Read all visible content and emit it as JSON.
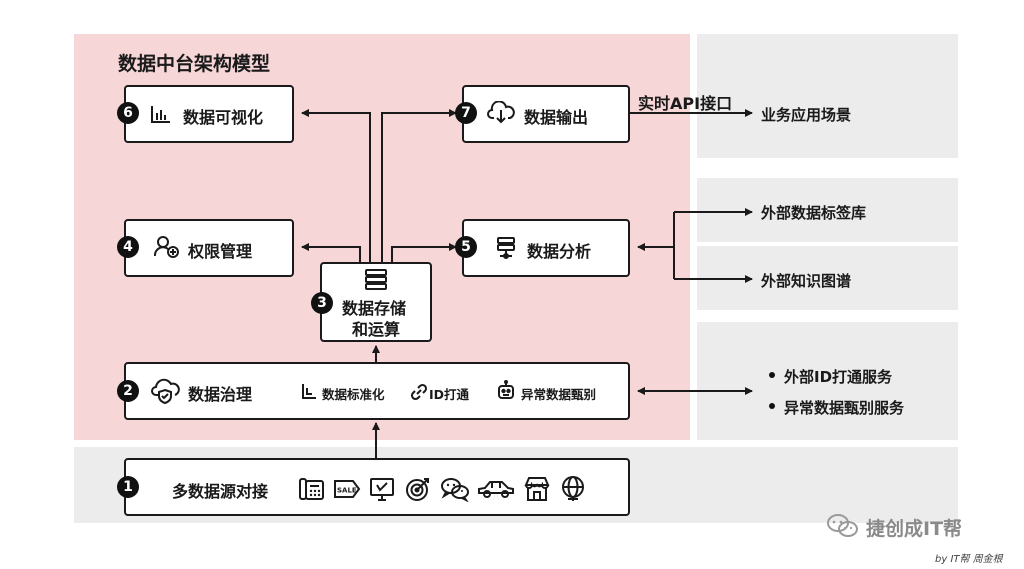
{
  "title": "数据中台架构模型",
  "colors": {
    "pink_panel": "#f7d6d8",
    "gray_panel": "#ececec",
    "stroke": "#1a1a1a",
    "badge": "#111111"
  },
  "boxes": {
    "visualization": {
      "badge": "6",
      "label": "数据可视化",
      "icon": "bar-chart-icon"
    },
    "output": {
      "badge": "7",
      "label": "数据输出",
      "icon": "cloud-download-icon"
    },
    "permission": {
      "badge": "4",
      "label": "权限管理",
      "icon": "user-add-icon"
    },
    "analysis": {
      "badge": "5",
      "label": "数据分析",
      "icon": "database-icon"
    },
    "storage": {
      "badge": "3",
      "label_line1": "数据存储",
      "label_line2": "和运算",
      "icon": "server-icon"
    },
    "governance": {
      "badge": "2",
      "label": "数据治理",
      "icon": "cloud-shield-icon",
      "sub_standardize": "数据标准化",
      "sub_id": "ID打通",
      "sub_anomaly": "异常数据甄别"
    },
    "sources": {
      "badge": "1",
      "label": "多数据源对接",
      "icons": [
        "phone-icon",
        "sale-tag-icon",
        "pos-terminal-icon",
        "target-icon",
        "wechat-icon",
        "car-icon",
        "store-icon",
        "globe-icon"
      ],
      "sale_text": "SALE"
    }
  },
  "edges": {
    "api_label": "实时API接口",
    "business": "业务应用场景",
    "tag_lib": "外部数据标签库",
    "knowledge_graph": "外部知识图谱",
    "ext_service_1": "外部ID打通服务",
    "ext_service_2": "异常数据甄别服务"
  },
  "watermark": {
    "brand": "捷创成IT帮",
    "credit": "by IT帮 周金根"
  }
}
